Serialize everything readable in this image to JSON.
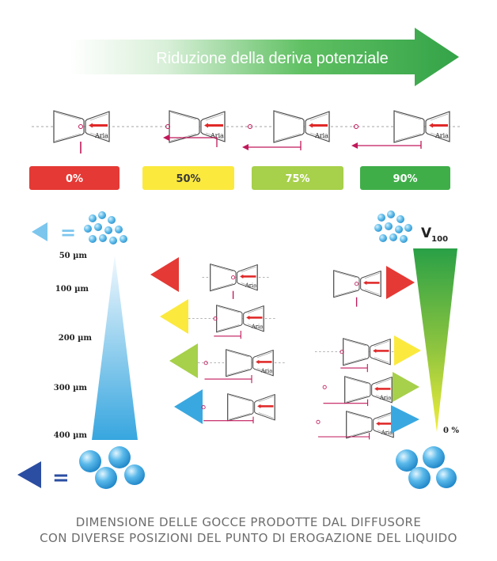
{
  "header": {
    "title": "Riduzione della deriva potenziale"
  },
  "nozzle_label": "Aria",
  "percent_badges": [
    {
      "label": "0%",
      "color": "#e53935",
      "text_color": "#ffffff"
    },
    {
      "label": "50%",
      "color": "#fbe93e",
      "text_color": "#3a3a3a"
    },
    {
      "label": "75%",
      "color": "#a7d04b",
      "text_color": "#ffffff"
    },
    {
      "label": "90%",
      "color": "#3fae49",
      "text_color": "#ffffff"
    }
  ],
  "legend": {
    "small_equals": "=",
    "large_equals": "="
  },
  "size_scale": {
    "labels": [
      "50 µm",
      "100 µm",
      "200 µm",
      "300 µm",
      "400 µm"
    ]
  },
  "v100": {
    "label": "V",
    "subscript": "100",
    "bottom_label": "0 %"
  },
  "caption": {
    "line1": "DIMENSIONE DELLE GOCCE PRODOTTE DAL DIFFUSORE",
    "line2": "CON DIVERSE POSIZIONI DEL PUNTO DI EROGAZIONE DEL LIQUIDO"
  },
  "colors": {
    "red": "#e53935",
    "yellow": "#fbe93e",
    "lime": "#a7d04b",
    "green": "#3fae49",
    "blue": "#3aa8e0",
    "light_blue": "#7cc6ee",
    "dark_blue": "#2b4ea2",
    "magenta": "#b0185a"
  }
}
